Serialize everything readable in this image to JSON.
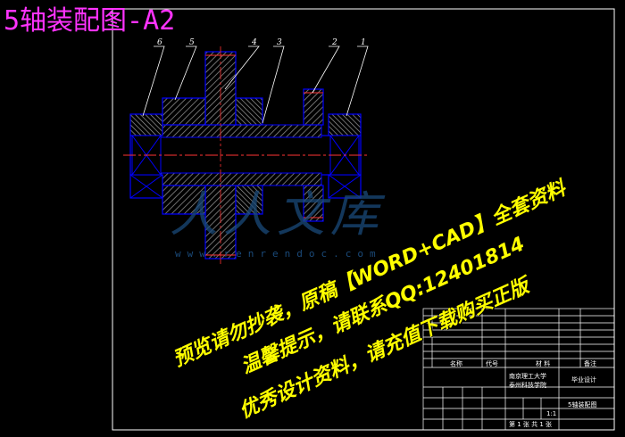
{
  "title": "5轴装配图-A2",
  "part_numbers": [
    "1",
    "2",
    "3",
    "4",
    "5",
    "6"
  ],
  "title_block": {
    "school_line1": "南京理工大学",
    "school_line2": "泰州科技学院",
    "header_name": "名称",
    "header_code": "代号",
    "header_material": "材 料",
    "header_note": "备注",
    "drawing_name": "5轴装配图",
    "scale": "1:1",
    "sheet": "第 1 张 共 1 张",
    "project": "毕业设计"
  },
  "watermark": {
    "logo_text": "人人文库",
    "url": "www.renrendoc.com",
    "line1": "预览请勿抄袭，原稿【WORD+CAD】全套资料",
    "line2": "温馨提示，请联系QQ:12401814",
    "line3": "优秀设计资料，请充值下载购买正版"
  },
  "colors": {
    "background": "#000000",
    "title": "#ff33ff",
    "outline": "#0000ff",
    "hatch": "#888888",
    "centerline": "#ff3333",
    "watermark": "#ffff00",
    "frame": "#ffffff"
  }
}
